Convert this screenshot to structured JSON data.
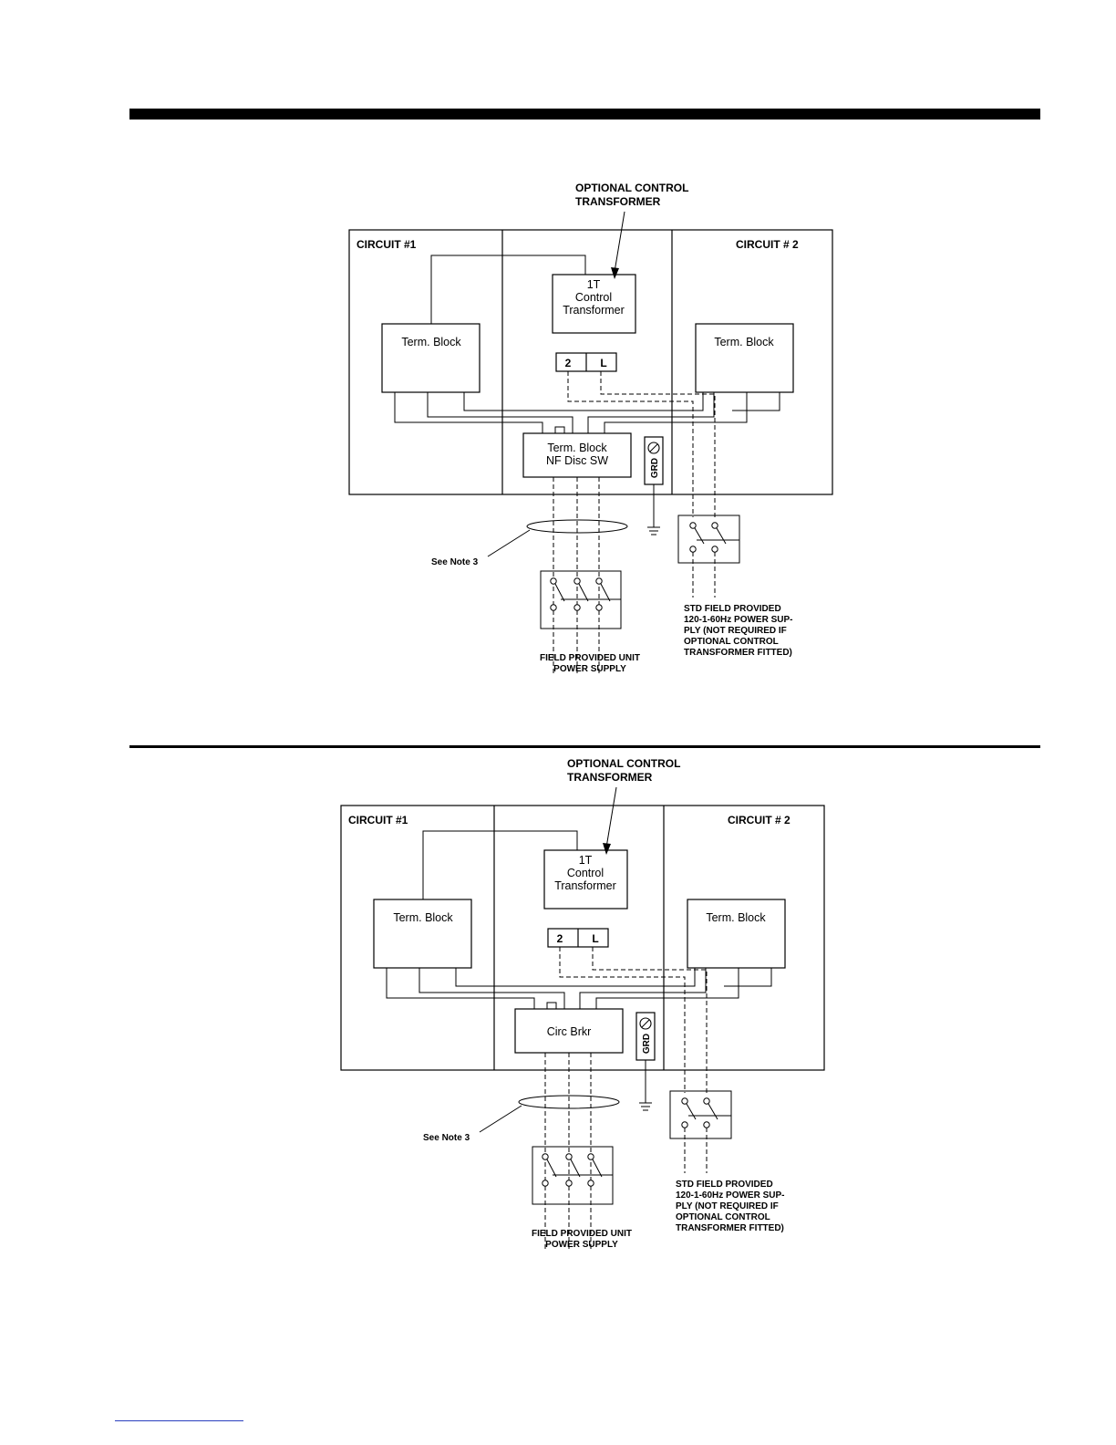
{
  "diagram_a": {
    "transformer_callout": [
      "OPTIONAL CONTROL",
      "TRANSFORMER"
    ],
    "circuit_1": "CIRCUIT #1",
    "circuit_2": "CIRCUIT # 2",
    "transformer": [
      "1T",
      "Control",
      "Transformer"
    ],
    "term_block_left": "Term. Block",
    "term_block_right": "Term. Block",
    "terminal_2": "2",
    "terminal_l": "L",
    "disconnect": [
      "Term. Block",
      "NF Disc SW"
    ],
    "ground": "GRD",
    "see_note": "See Note 3",
    "unit_supply": [
      "FIELD PROVIDED UNIT",
      "POWER SUPPLY"
    ],
    "control_supply": [
      "STD FIELD PROVIDED",
      "120-1-60Hz POWER SUP-",
      "PLY (NOT REQUIRED IF",
      "OPTIONAL CONTROL",
      "TRANSFORMER FITTED)"
    ]
  },
  "diagram_b": {
    "transformer_callout": [
      "OPTIONAL CONTROL",
      "TRANSFORMER"
    ],
    "circuit_1": "CIRCUIT #1",
    "circuit_2": "CIRCUIT # 2",
    "transformer": [
      "1T",
      "Control",
      "Transformer"
    ],
    "term_block_left": "Term. Block",
    "term_block_right": "Term. Block",
    "terminal_2": "2",
    "terminal_l": "L",
    "disconnect": [
      "Circ Brkr"
    ],
    "ground": "GRD",
    "see_note": "See Note 3",
    "unit_supply": [
      "FIELD PROVIDED UNIT",
      "POWER SUPPLY"
    ],
    "control_supply": [
      "STD FIELD PROVIDED",
      "120-1-60Hz POWER SUP-",
      "PLY (NOT REQUIRED IF",
      "OPTIONAL CONTROL",
      "TRANSFORMER FITTED)"
    ]
  }
}
